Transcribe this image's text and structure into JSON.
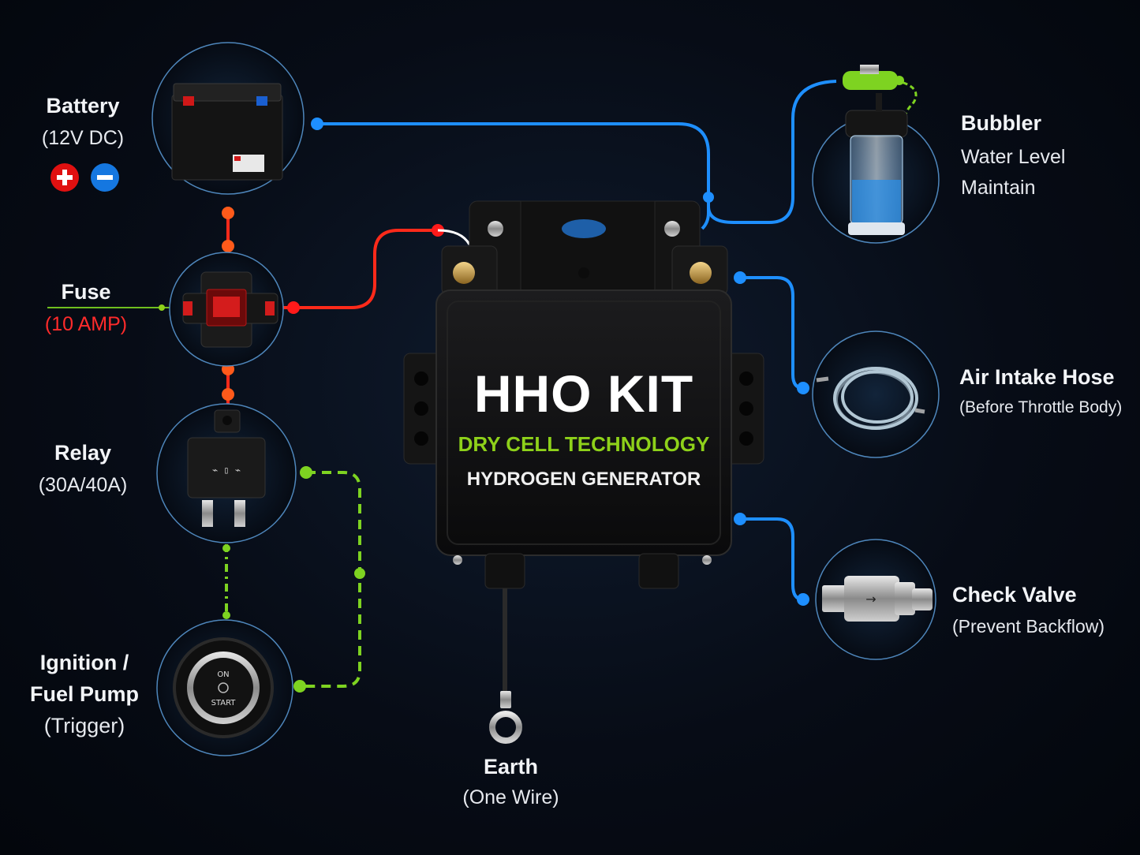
{
  "product": {
    "title": "HHO KIT",
    "subtitle": "DRY CELL TECHNOLOGY",
    "tagline": "HYDROGEN GENERATOR"
  },
  "components": {
    "battery": {
      "title": "Battery",
      "spec": "(12V DC)"
    },
    "fuse": {
      "title": "Fuse",
      "spec": "(10 AMP)"
    },
    "relay": {
      "title": "Relay",
      "spec": "(30A/40A)"
    },
    "ignition": {
      "line1": "Ignition /",
      "line2": "Fuel Pump",
      "line3": "(Trigger)"
    },
    "earth": {
      "title": "Earth",
      "spec": "(One Wire)"
    },
    "bubbler": {
      "title": "Bubbler",
      "line2": "Water Level",
      "line3": "Maintain"
    },
    "air_intake": {
      "title": "Air Intake Hose",
      "spec": "(Before Throttle Body)"
    },
    "check_valve": {
      "title": "Check Valve",
      "spec": "(Prevent Backflow)"
    }
  },
  "icons": {
    "battery": "battery-icon",
    "fuse": "fuse-icon",
    "relay": "relay-icon",
    "ignition": "ignition-button-icon",
    "earth": "ring-terminal-icon",
    "bubbler": "bubbler-bottle-icon",
    "air_intake": "coiled-hose-icon",
    "check_valve": "check-valve-icon"
  },
  "colors": {
    "positive_wire": "#ff1a1a",
    "negative_wire": "#1e8fff",
    "trigger_wire": "#7ed321",
    "subtitle_green": "#8ed11a",
    "ring_stroke": "#5a8fc0"
  }
}
